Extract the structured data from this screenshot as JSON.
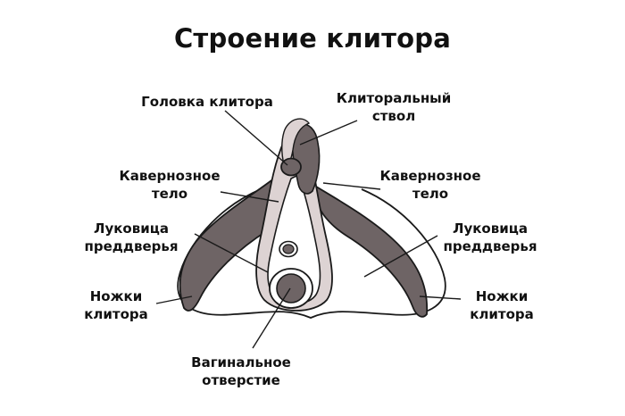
{
  "title": "Строение клитора",
  "labels": {
    "glans": [
      "Головка клитора"
    ],
    "shaft": [
      "Клиторальный",
      "ствол"
    ],
    "cavernous_left": [
      "Кавернозное",
      "тело"
    ],
    "cavernous_right": [
      "Кавернозное",
      "тело"
    ],
    "bulb_left": [
      "Луковица",
      "преддверья"
    ],
    "bulb_right": [
      "Луковица",
      "преддверья"
    ],
    "crus_left": [
      "Ножки",
      "клитора"
    ],
    "crus_right": [
      "Ножки",
      "клитора"
    ],
    "vaginal_opening": [
      "Вагинальное",
      "отверстие"
    ]
  },
  "colors": {
    "dark_tissue": "#6e6465",
    "light_tissue": "#ddd3d3",
    "outline": "#1a1a1a",
    "background": "#ffffff"
  }
}
